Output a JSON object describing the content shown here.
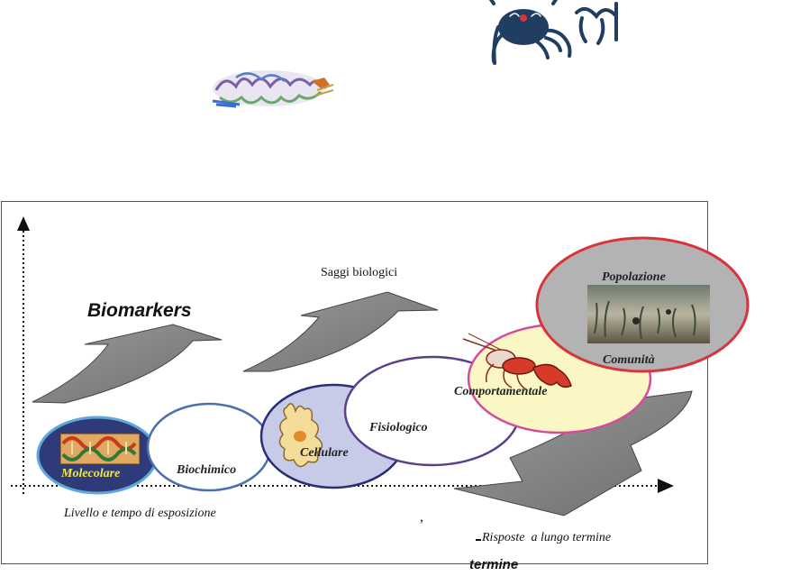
{
  "header_title": "Biomarkers",
  "top_label": "Saggi biologici",
  "levels": {
    "molecolare": "Molecolare",
    "biochimico": "Biochimico",
    "cellulare": "Cellulare",
    "fisiologico": "Fisiologico",
    "comportamentale": "Comportamentale",
    "popolazione": "Popolazione",
    "comunita": "Comunità"
  },
  "x_axis_label": "Livello e tempo di esposizione",
  "comma_mark": ",",
  "long_term": "Risposte  a lungo termine",
  "long_term_extra": "termine",
  "colors": {
    "molecolare_fill": "#2f3a7a",
    "molecolare_text": "#f2e640",
    "cellulare_fill": "#c8cbe8",
    "comportamentale_fill": "#fbf7c4",
    "popolazione_fill": "#b3b3b3",
    "popolazione_stroke": "#d8343c",
    "arrow_gray": "#8a8a8a",
    "crab_blue": "#1f3e62"
  },
  "icons": [
    "protein-structure-icon",
    "crab-icon",
    "dna-icon",
    "cell-icon",
    "lobster-icon",
    "seabed-photo"
  ]
}
